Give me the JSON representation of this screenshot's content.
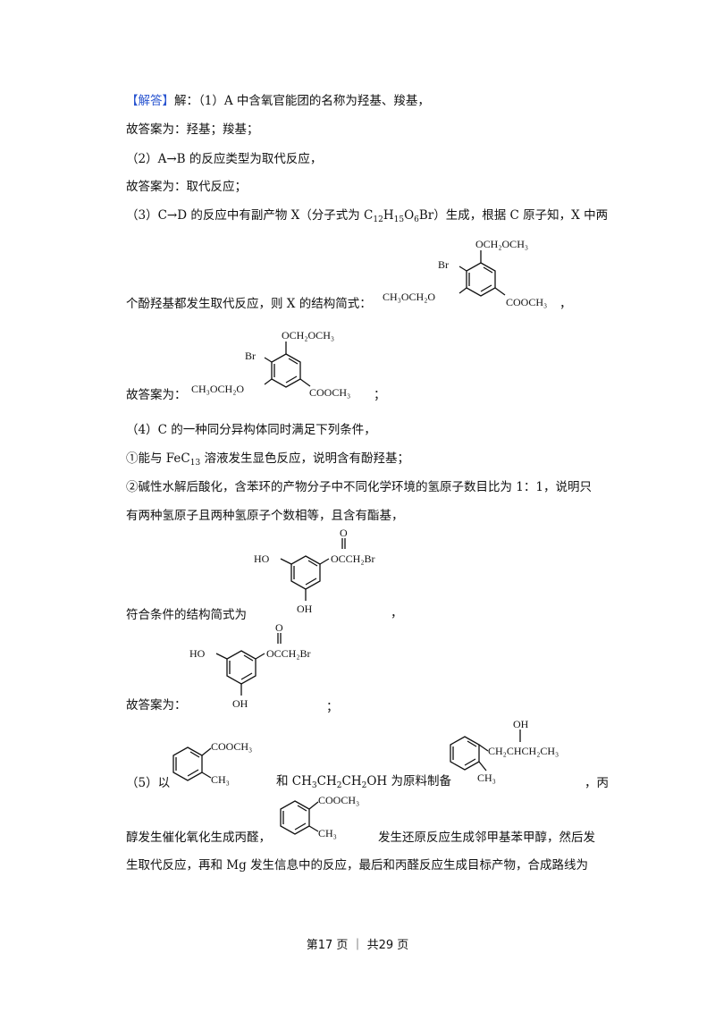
{
  "answer": {
    "tag": "【解答】",
    "p1": "解：（1）A 中含氧官能团的名称为羟基、羧基，",
    "p1_ans": "故答案为：羟基；羧基；",
    "p2": "（2）A→B 的反应类型为取代反应，",
    "p2_ans": "故答案为：取代反应；",
    "p3_a": "（3）C→D 的反应中有副产物 X（分子式为 C",
    "p3_s1": "12",
    "p3_b": "H",
    "p3_s2": "15",
    "p3_c": "O",
    "p3_s3": "6",
    "p3_d": "Br）生成，根据 C 原子知，X 中两",
    "p3_e": "个酚羟基都发生取代反应，则 X 的结构简式：",
    "p3_e_end": "，",
    "p3_ans": "故答案为：",
    "p3_ans_end": "；",
    "p4": "（4）C 的一种同分异构体同时满足下列条件，",
    "p4_c1a": "①能与 FeC",
    "p4_c1s": "13",
    "p4_c1b": " 溶液发生显色反应，说明含有酚羟基；",
    "p4_c2": "②碱性水解后酸化，含苯环的产物分子中不同化学环境的氢原子数目比为 1：1，说明只",
    "p4_c2b": "有两种氢原子且两种氢原子个数相等，且含有酯基，",
    "p4_e": "符合条件的结构简式为",
    "p4_e_end": "，",
    "p4_ans": "故答案为：",
    "p4_ans_end": "；",
    "p5_a": "（5）以",
    "p5_b": "和 CH",
    "p5_b_s1": "3",
    "p5_b2": "CH",
    "p5_b_s2": "2",
    "p5_b3": "CH",
    "p5_b_s3": "2",
    "p5_b4": "OH 为原料制备",
    "p5_c": "，丙",
    "p5_d": "醇发生催化氧化生成丙醛，",
    "p5_e": "发生还原反应生成邻甲基苯甲醇，然后发",
    "p5_f": "生取代反应，再和 Mg 发生信息中的反应，最后和丙醛反应生成目标产物，合成路线为"
  },
  "structures": {
    "x": {
      "top": "OCH₂OCH₃",
      "br": "Br",
      "left": "CH₃OCH₂O",
      "right": "COOCH₃"
    },
    "iso": {
      "left": "HO",
      "bottom": "OH",
      "ester": "OCCH₂Br",
      "o": "O"
    },
    "sm": {
      "sub1": "COOCH₃",
      "sub2": "CH₃"
    },
    "prod": {
      "oh": "OH",
      "chain": "CH₂CHCH₂CH₃",
      "me": "CH₃"
    }
  },
  "footer": "第17 页 ｜ 共29 页"
}
